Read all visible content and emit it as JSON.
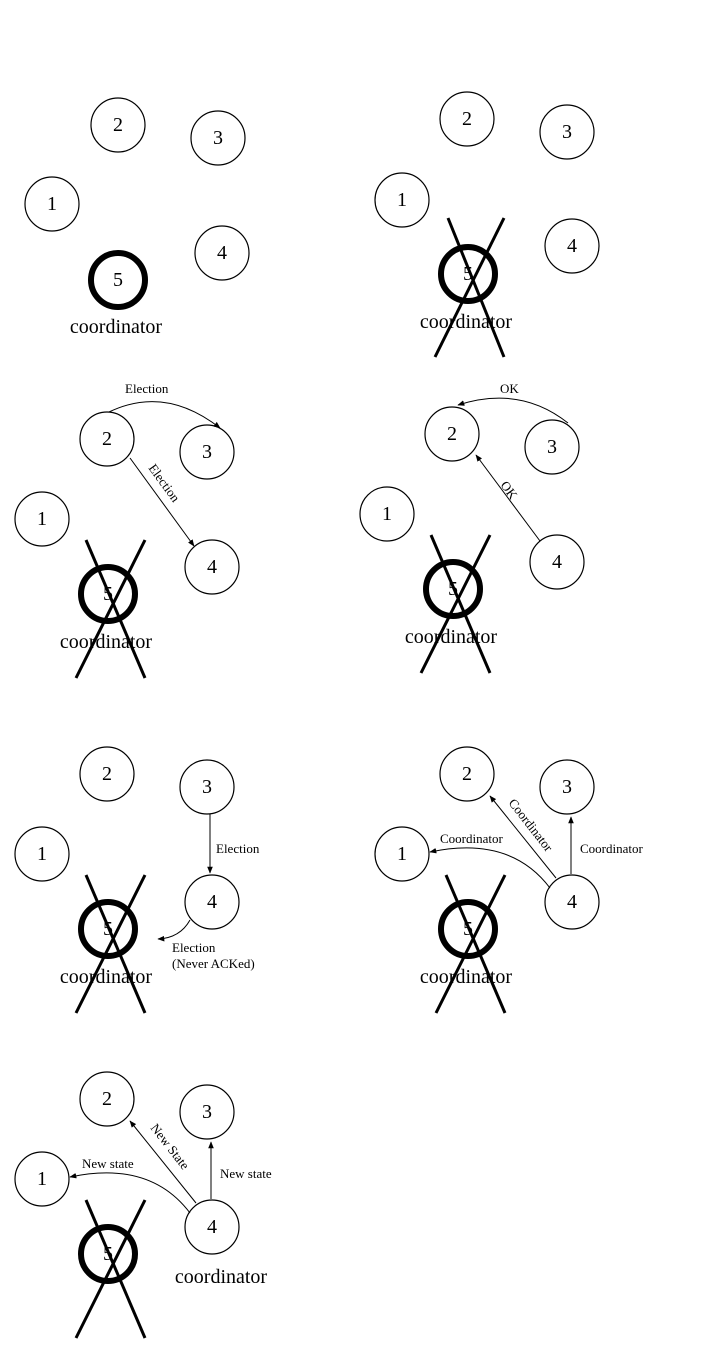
{
  "node_labels": [
    "1",
    "2",
    "3",
    "4",
    "5"
  ],
  "coordinator_label": "coordinator",
  "panels": [
    {
      "id": "p1",
      "crashed": false,
      "coordinator_node": "5",
      "messages": []
    },
    {
      "id": "p2",
      "crashed": true,
      "coordinator_node": "5",
      "messages": []
    },
    {
      "id": "p3",
      "crashed": true,
      "coordinator_node": "5",
      "messages": [
        {
          "from": "2",
          "to": "3",
          "label": "Election"
        },
        {
          "from": "2",
          "to": "4",
          "label": "Election"
        }
      ]
    },
    {
      "id": "p4",
      "crashed": true,
      "coordinator_node": "5",
      "messages": [
        {
          "from": "3",
          "to": "2",
          "label": "OK"
        },
        {
          "from": "4",
          "to": "2",
          "label": "OK"
        }
      ]
    },
    {
      "id": "p5",
      "crashed": true,
      "coordinator_node": "5",
      "messages": [
        {
          "from": "3",
          "to": "4",
          "label": "Election"
        },
        {
          "from": "4",
          "to": "5",
          "label": "Election",
          "label2": "(Never ACKed)"
        }
      ]
    },
    {
      "id": "p6",
      "crashed": true,
      "coordinator_node": "5",
      "messages": [
        {
          "from": "4",
          "to": "1",
          "label": "Coordinator"
        },
        {
          "from": "4",
          "to": "2",
          "label": "Coordinator"
        },
        {
          "from": "4",
          "to": "3",
          "label": "Coordinator"
        }
      ]
    },
    {
      "id": "p7",
      "crashed": true,
      "coordinator_node": "4",
      "messages": [
        {
          "from": "4",
          "to": "1",
          "label": "New state"
        },
        {
          "from": "4",
          "to": "2",
          "label": "New State"
        },
        {
          "from": "4",
          "to": "3",
          "label": "New state"
        }
      ]
    }
  ]
}
